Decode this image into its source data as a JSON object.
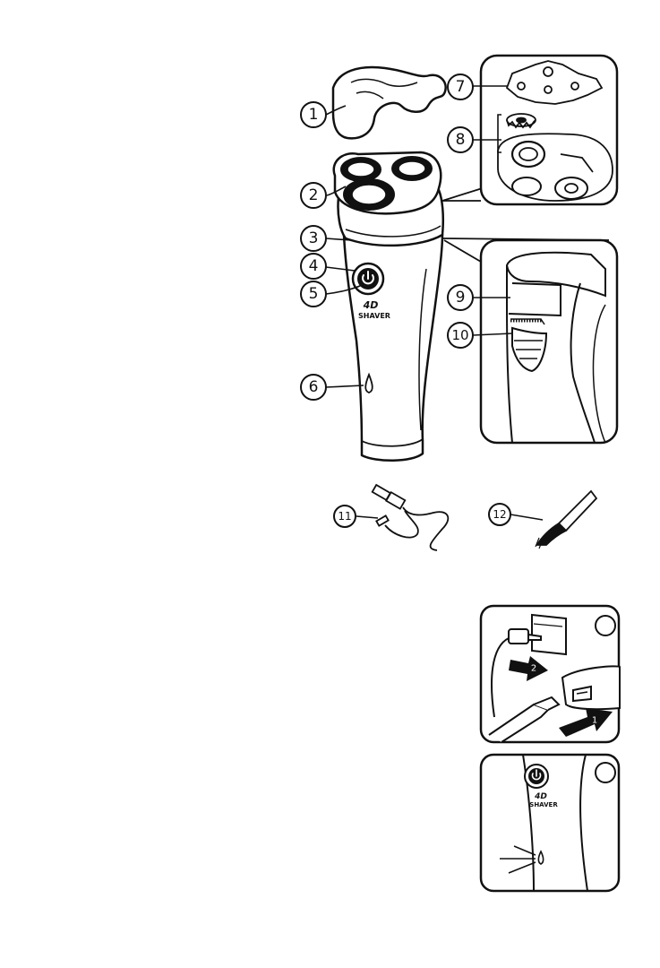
{
  "parts_diagram": {
    "callouts": [
      {
        "id": 1,
        "label": "1"
      },
      {
        "id": 2,
        "label": "2"
      },
      {
        "id": 3,
        "label": "3"
      },
      {
        "id": 4,
        "label": "4"
      },
      {
        "id": 5,
        "label": "5"
      },
      {
        "id": 6,
        "label": "6"
      },
      {
        "id": 7,
        "label": "7"
      },
      {
        "id": 8,
        "label": "8"
      },
      {
        "id": 9,
        "label": "9"
      },
      {
        "id": 10,
        "label": "10"
      },
      {
        "id": 11,
        "label": "11"
      },
      {
        "id": 12,
        "label": "12"
      }
    ],
    "brand_logo": {
      "line1": "4D",
      "line2": "SHAVER"
    },
    "power_button_icon": "power-icon"
  },
  "charging_steps": {
    "step_arrow_1": "1",
    "step_arrow_2": "2",
    "brand_logo": {
      "line1": "4D",
      "line2": "SHAVER"
    }
  },
  "colors": {
    "line": "#111111",
    "panel_border": "#111111",
    "arrow_fill": "#111111"
  }
}
